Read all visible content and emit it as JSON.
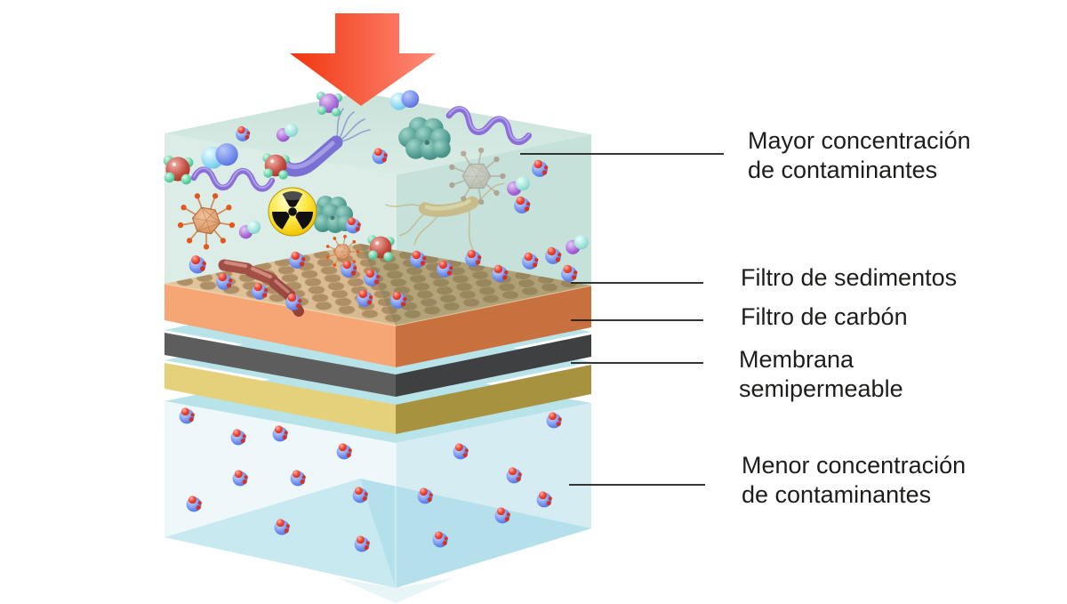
{
  "diagram": {
    "type": "water-filtration-layer-stack",
    "labels": {
      "top": {
        "line1": "Mayor concentración",
        "line2": "de contaminantes"
      },
      "sediment": "Filtro de sedimentos",
      "carbon": "Filtro de carbón",
      "membrane": {
        "line1": "Membrana",
        "line2": "semipermeable"
      },
      "bottom": {
        "line1": "Menor concentración",
        "line2": "de contaminantes"
      }
    },
    "colors": {
      "arrow_start": "#f1350f",
      "arrow_end": "#ff8d7b",
      "water_top": "#d3e9e1",
      "water_left": "#dcede7",
      "water_right": "#c5e1d9",
      "sediment_top": "#d7ba90",
      "sediment_left": "#f6a674",
      "sediment_right": "#c8703e",
      "hole": "#a8885f",
      "carbon_left": "#5d5d5d",
      "carbon_right": "#3f4041",
      "membrane_left": "#e5d07b",
      "membrane_right": "#a7923f",
      "interlayer_water": "#b7e3e9",
      "bottom_left": "#eef7fa",
      "bottom_right": "#d5ecf2",
      "bottom_floor_left": "#c8e9ef",
      "bottom_floor_right": "#b3e0ea",
      "leader_line": "#1a1a1a",
      "label_text": "#1d1d1b"
    },
    "icons": {
      "down-arrow-icon": "red gradient arrow pointing into tank",
      "water-molecule-icon": "blue sphere with small red sphere",
      "oxygen-molecule-icon": "cyan and blue sphere pair",
      "organic-molecule-icon": "dark red sphere with green atoms",
      "purple-molecule-icon": "purple sphere with green atoms",
      "purple-teal-molecule-icon": "purple and teal sphere pair",
      "particle-cluster-icon": "teal sphere cluster",
      "virus-icon": "orange icosahedron with spikes",
      "radioactive-icon": "yellow circle with black trefoil",
      "worm-icon": "purple squiggle",
      "vibrio-bacterium-icon": "purple curved rod with flagella",
      "rod-bacterium-icon": "tan rod bacterium with flagella",
      "bacteria-chain-icon": "brown segmented bacteria chain"
    }
  }
}
